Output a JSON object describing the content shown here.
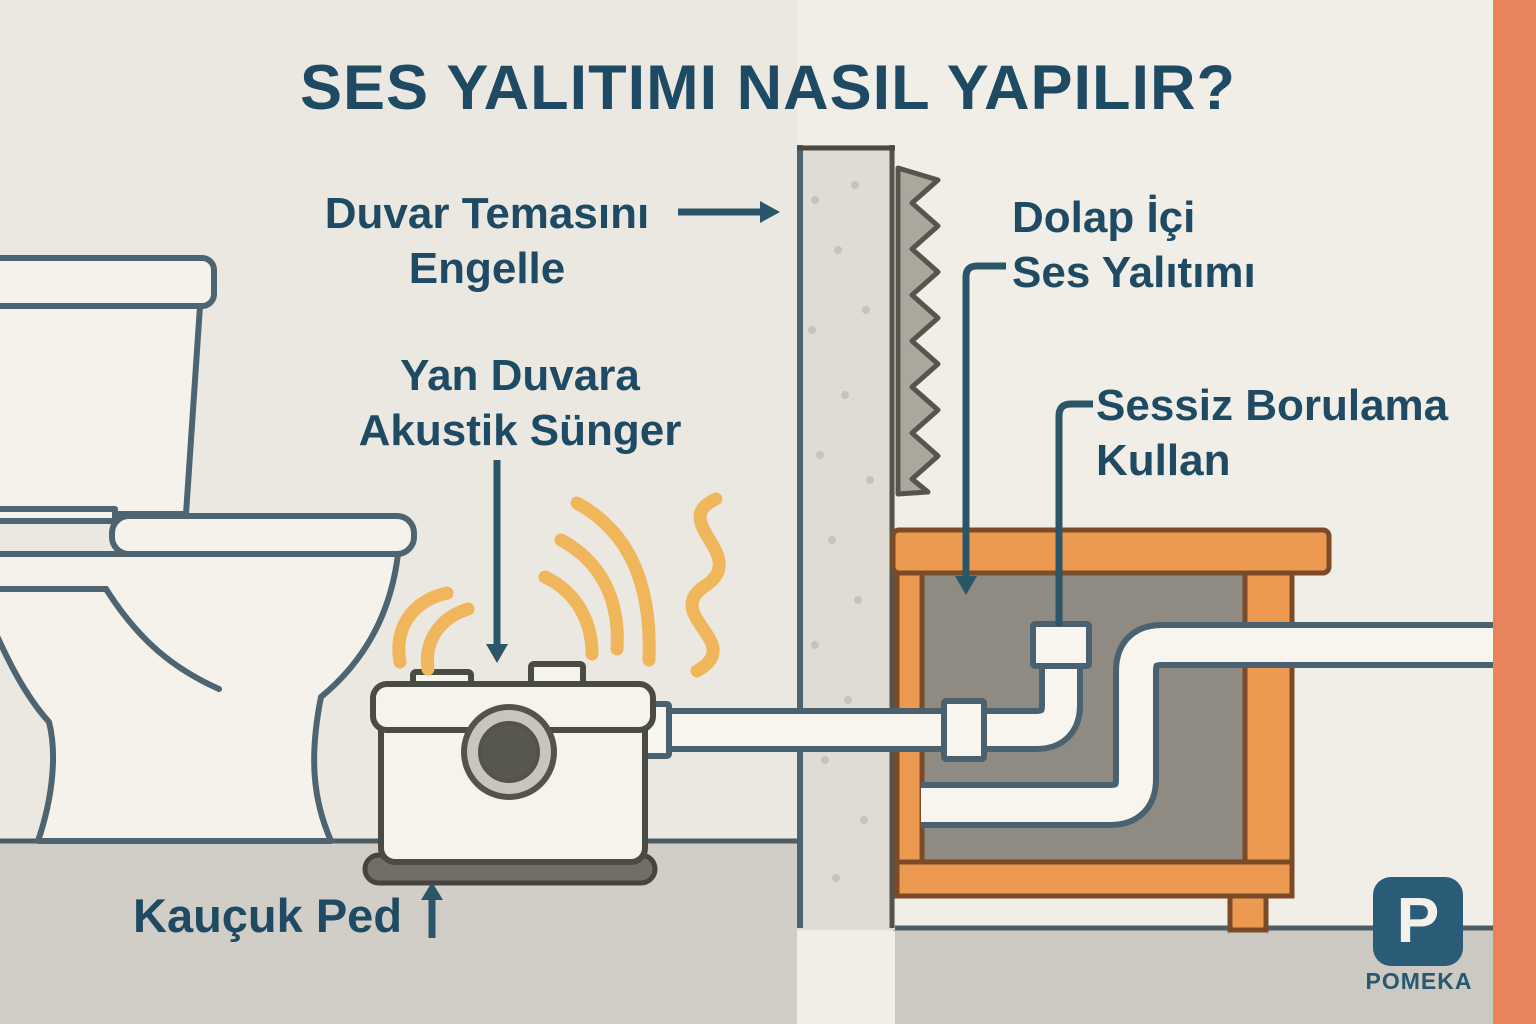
{
  "title": "SES YALITIMI NASIL YAPILIR?",
  "annotations": {
    "wall_contact": {
      "line1": "Duvar Temasını",
      "line2": "Engelle"
    },
    "acoustic_foam": {
      "line1": "Yan Duvara",
      "line2": "Akustik Sünger"
    },
    "cabinet_insulation": {
      "line1": "Dolap İçi",
      "line2": "Ses Yalıtımı"
    },
    "silent_piping": {
      "line1": "Sessiz Borulama",
      "line2": "Kullan"
    },
    "rubber_pad": {
      "label": "Kauçuk Ped"
    }
  },
  "logo": {
    "letter": "P",
    "wordmark": "POMEKA"
  },
  "icons": [
    "right-arrow-icon",
    "down-arrow-icon",
    "up-arrow-icon",
    "toilet-icon",
    "macerator-pump-icon",
    "sound-waves-icon",
    "acoustic-foam-icon",
    "pipe-icon",
    "rubber-pad-icon",
    "logo-p-icon"
  ],
  "colors": {
    "ink": "#1F4A63",
    "connector": "#2B5568",
    "wave": "#EFB65C",
    "cabinet_orange": "#EC9A52",
    "cabinet_outline": "#7B4A26",
    "stripe": "#E8845B",
    "pipe_fill": "#F8F5EE",
    "pipe_outline": "#4A6170",
    "logo_bg": "#2A5C78",
    "logo_text": "#27586F",
    "wall_fill": "#DFDCD5",
    "foam_fill": "#ACA79D",
    "insulation_gray": "#8F8B83",
    "floor": "#D1CEC7",
    "bg_left": "#EBE8E2",
    "bg_right": "#F1EEE7",
    "fixture_fill": "#F5F2EB",
    "fixture_outline": "#4E6470",
    "pump_outline": "#4B4B45",
    "pad": "#706E67"
  }
}
